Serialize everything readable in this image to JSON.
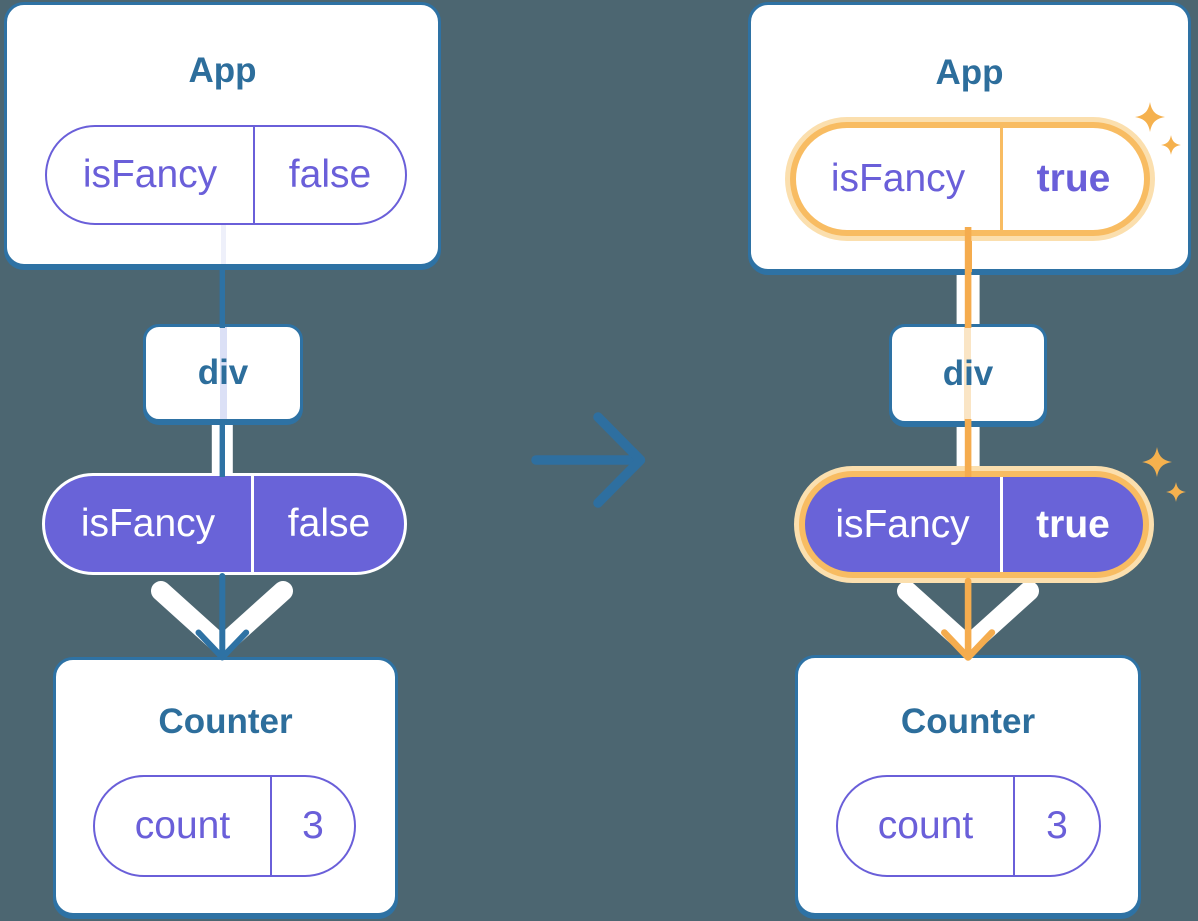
{
  "diagram": {
    "description": "React component tree prop passing: before and after state change",
    "before": {
      "app": {
        "title": "App",
        "prop_name": "isFancy",
        "prop_value": "false"
      },
      "div_label": "div",
      "passed_prop": {
        "name": "isFancy",
        "value": "false"
      },
      "counter": {
        "title": "Counter",
        "state_name": "count",
        "state_value": "3"
      }
    },
    "after": {
      "app": {
        "title": "App",
        "prop_name": "isFancy",
        "prop_value": "true"
      },
      "div_label": "div",
      "passed_prop": {
        "name": "isFancy",
        "value": "true"
      },
      "counter": {
        "title": "Counter",
        "state_name": "count",
        "state_value": "3"
      }
    },
    "colors": {
      "background": "#4C6671",
      "card_fill": "#FFFFFF",
      "card_border": "#2E72A4",
      "title_text": "#2D6E9C",
      "purple_text": "#6A5FD9",
      "purple_pill_fill": "#6963D8",
      "highlight_ring": "#F8BC62",
      "highlight_glow": "#FBDFAE",
      "highlight_line": "#F5AC4E",
      "cream_stripe": "#FAE5C5",
      "lavender_stripe": "#DBE0F6"
    },
    "icons": {
      "transition": "arrow-right-icon",
      "emphasis": "sparkle-icon",
      "flow": "double-chevron-down-arrow"
    }
  }
}
